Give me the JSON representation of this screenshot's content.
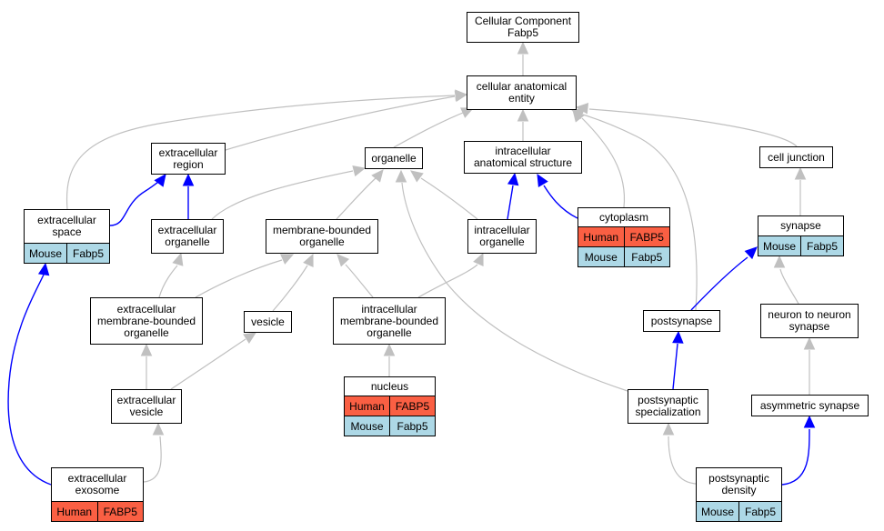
{
  "colors": {
    "human": "#fa5f43",
    "mouse": "#add8e6",
    "edge_gray": "#c0c0c0",
    "edge_blue": "#0000ff"
  },
  "nodes": {
    "cellular_component": {
      "label": "Cellular Component\nFabp5"
    },
    "cellular_anatomical_entity": {
      "label": "cellular anatomical\nentity"
    },
    "extracellular_region": {
      "label": "extracellular\nregion"
    },
    "organelle": {
      "label": "organelle"
    },
    "intracellular_anatomical_structure": {
      "label": "intracellular\nanatomical structure"
    },
    "cell_junction": {
      "label": "cell junction"
    },
    "extracellular_space": {
      "label": "extracellular\nspace",
      "mouse_species": "Mouse",
      "mouse_gene": "Fabp5"
    },
    "extracellular_organelle": {
      "label": "extracellular\norganelle"
    },
    "membrane_bounded_organelle": {
      "label": "membrane-bounded\norganelle"
    },
    "intracellular_organelle": {
      "label": "intracellular\norganelle"
    },
    "cytoplasm": {
      "label": "cytoplasm",
      "human_species": "Human",
      "human_gene": "FABP5",
      "mouse_species": "Mouse",
      "mouse_gene": "Fabp5"
    },
    "synapse": {
      "label": "synapse",
      "mouse_species": "Mouse",
      "mouse_gene": "Fabp5"
    },
    "extracellular_membrane_bounded_organelle": {
      "label": "extracellular\nmembrane-bounded\norganelle"
    },
    "vesicle": {
      "label": "vesicle"
    },
    "intracellular_membrane_bounded_organelle": {
      "label": "intracellular\nmembrane-bounded\norganelle"
    },
    "postsynapse": {
      "label": "postsynapse"
    },
    "neuron_to_neuron_synapse": {
      "label": "neuron to neuron\nsynapse"
    },
    "nucleus": {
      "label": "nucleus",
      "human_species": "Human",
      "human_gene": "FABP5",
      "mouse_species": "Mouse",
      "mouse_gene": "Fabp5"
    },
    "extracellular_vesicle": {
      "label": "extracellular\nvesicle"
    },
    "postsynaptic_specialization": {
      "label": "postsynaptic\nspecialization"
    },
    "asymmetric_synapse": {
      "label": "asymmetric synapse"
    },
    "extracellular_exosome": {
      "label": "extracellular\nexosome",
      "human_species": "Human",
      "human_gene": "FABP5"
    },
    "postsynaptic_density": {
      "label": "postsynaptic\ndensity",
      "mouse_species": "Mouse",
      "mouse_gene": "Fabp5"
    }
  },
  "edges": [
    {
      "from": "cellular_anatomical_entity",
      "to": "cellular_component",
      "type": "is_a"
    },
    {
      "from": "extracellular_region",
      "to": "cellular_anatomical_entity",
      "type": "is_a"
    },
    {
      "from": "organelle",
      "to": "cellular_anatomical_entity",
      "type": "is_a"
    },
    {
      "from": "intracellular_anatomical_structure",
      "to": "cellular_anatomical_entity",
      "type": "is_a"
    },
    {
      "from": "cell_junction",
      "to": "cellular_anatomical_entity",
      "type": "is_a"
    },
    {
      "from": "extracellular_space",
      "to": "cellular_anatomical_entity",
      "type": "is_a"
    },
    {
      "from": "cytoplasm",
      "to": "cellular_anatomical_entity",
      "type": "is_a"
    },
    {
      "from": "postsynapse",
      "to": "cellular_anatomical_entity",
      "type": "is_a"
    },
    {
      "from": "extracellular_space",
      "to": "extracellular_region",
      "type": "part_of"
    },
    {
      "from": "extracellular_organelle",
      "to": "extracellular_region",
      "type": "part_of"
    },
    {
      "from": "extracellular_organelle",
      "to": "organelle",
      "type": "is_a"
    },
    {
      "from": "membrane_bounded_organelle",
      "to": "organelle",
      "type": "is_a"
    },
    {
      "from": "intracellular_organelle",
      "to": "organelle",
      "type": "is_a"
    },
    {
      "from": "intracellular_organelle",
      "to": "intracellular_anatomical_structure",
      "type": "part_of"
    },
    {
      "from": "cytoplasm",
      "to": "intracellular_anatomical_structure",
      "type": "part_of"
    },
    {
      "from": "postsynaptic_specialization",
      "to": "organelle",
      "type": "is_a"
    },
    {
      "from": "synapse",
      "to": "cell_junction",
      "type": "is_a"
    },
    {
      "from": "extracellular_membrane_bounded_organelle",
      "to": "extracellular_organelle",
      "type": "is_a"
    },
    {
      "from": "extracellular_membrane_bounded_organelle",
      "to": "membrane_bounded_organelle",
      "type": "is_a"
    },
    {
      "from": "vesicle",
      "to": "membrane_bounded_organelle",
      "type": "is_a"
    },
    {
      "from": "intracellular_membrane_bounded_organelle",
      "to": "membrane_bounded_organelle",
      "type": "is_a"
    },
    {
      "from": "intracellular_membrane_bounded_organelle",
      "to": "intracellular_organelle",
      "type": "is_a"
    },
    {
      "from": "postsynapse",
      "to": "synapse",
      "type": "part_of"
    },
    {
      "from": "neuron_to_neuron_synapse",
      "to": "synapse",
      "type": "is_a"
    },
    {
      "from": "nucleus",
      "to": "intracellular_membrane_bounded_organelle",
      "type": "is_a"
    },
    {
      "from": "extracellular_vesicle",
      "to": "extracellular_membrane_bounded_organelle",
      "type": "is_a"
    },
    {
      "from": "extracellular_vesicle",
      "to": "vesicle",
      "type": "is_a"
    },
    {
      "from": "postsynaptic_specialization",
      "to": "postsynapse",
      "type": "part_of"
    },
    {
      "from": "asymmetric_synapse",
      "to": "neuron_to_neuron_synapse",
      "type": "is_a"
    },
    {
      "from": "extracellular_exosome",
      "to": "extracellular_vesicle",
      "type": "is_a"
    },
    {
      "from": "extracellular_exosome",
      "to": "extracellular_space",
      "type": "part_of"
    },
    {
      "from": "postsynaptic_density",
      "to": "postsynaptic_specialization",
      "type": "is_a"
    },
    {
      "from": "postsynaptic_density",
      "to": "asymmetric_synapse",
      "type": "part_of"
    }
  ]
}
